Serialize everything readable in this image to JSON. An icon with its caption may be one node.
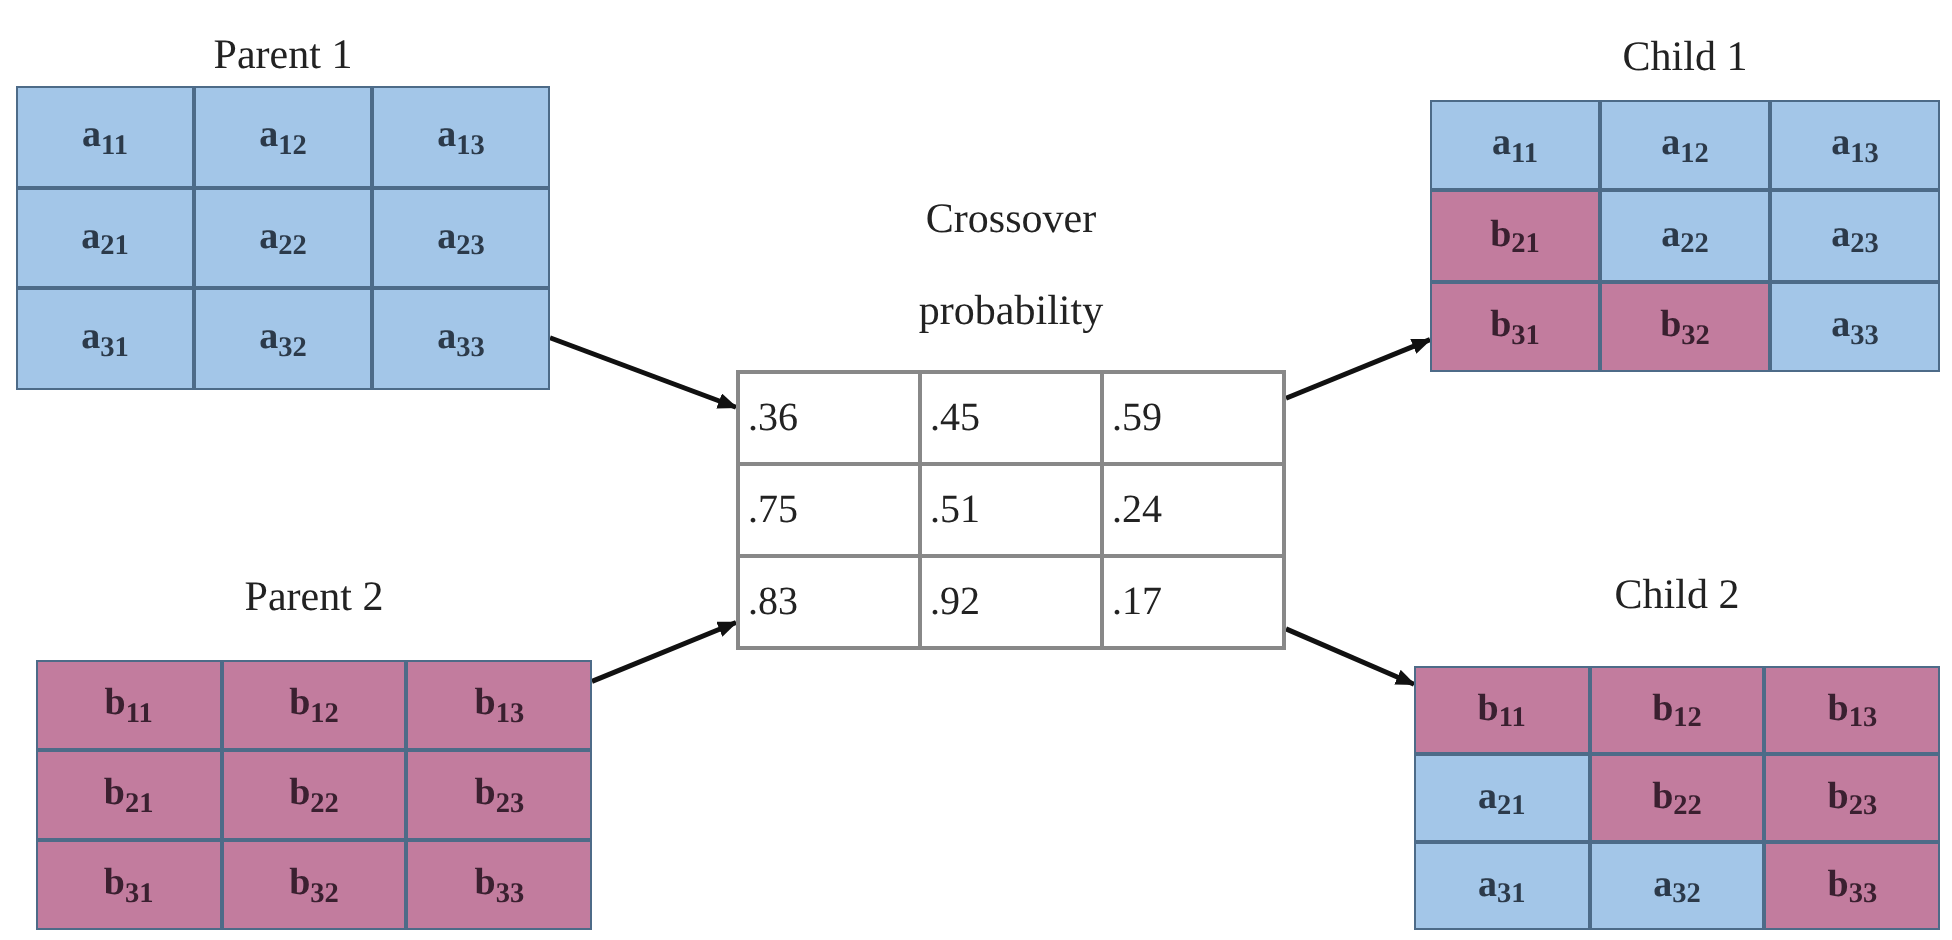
{
  "diagram": {
    "nodes": [
      {
        "text": [
          "Parent 1"
        ]
      },
      {
        "text": [
          "a$_{11}$"
        ],
        "in": 0
      },
      {
        "text": [
          "a$_{12}$"
        ],
        "in": 0
      },
      {
        "text": [
          "a$_{13}$"
        ],
        "in": 0
      },
      {
        "text": [
          "a$_{21}$"
        ],
        "in": 0
      },
      {
        "text": [
          "a$_{22}$"
        ],
        "in": 0
      },
      {
        "text": [
          "a$_{23}$"
        ],
        "in": 0
      },
      {
        "text": [
          "a$_{31}$"
        ],
        "in": 0
      },
      {
        "text": [
          "a$_{32}$"
        ],
        "in": 0
      },
      {
        "text": [
          "a$_{33}$"
        ],
        "in": 0
      },
      {
        "text": [
          "Child 1"
        ]
      },
      {
        "text": [
          "a$_{11}$"
        ],
        "in": 10
      },
      {
        "text": [
          "a$_{12}$"
        ],
        "in": 10
      },
      {
        "text": [
          "a$_{13}$"
        ],
        "in": 10
      },
      {
        "text": [
          "b$_{21}$"
        ],
        "in": 10
      },
      {
        "text": [
          "a$_{22}$"
        ],
        "in": 10
      },
      {
        "text": [
          "a$_{23}$"
        ],
        "in": 10
      },
      {
        "text": [
          "b$_{31}$"
        ],
        "in": 10
      },
      {
        "text": [
          "b$_{32}$"
        ],
        "in": 10
      },
      {
        "text": [
          "a$_{33}$"
        ],
        "in": 10
      },
      {
        "text": [
          "Crossover probability"
        ]
      },
      {
        "text": [
          ".36"
        ],
        "in": 20
      },
      {
        "text": [
          ".45"
        ],
        "in": 20
      },
      {
        "text": [
          ".59"
        ],
        "in": 20
      },
      {
        "text": [
          ".75"
        ],
        "in": 20
      },
      {
        "text": [
          ".51"
        ],
        "in": 20
      },
      {
        "text": [
          ".24"
        ],
        "in": 20
      },
      {
        "text": [
          ".83"
        ],
        "in": 20
      },
      {
        "text": [
          ".92"
        ],
        "in": 20
      },
      {
        "text": [
          ".17"
        ],
        "in": 20
      },
      {
        "text": [
          "Parent 2"
        ]
      },
      {
        "text": [
          "b$_{11}$"
        ],
        "in": 30
      },
      {
        "text": [
          "b$_{12}$"
        ],
        "in": 30
      },
      {
        "text": [
          "b$_{13}$"
        ],
        "in": 30
      },
      {
        "text": [
          "b$_{21}$"
        ],
        "in": 30
      },
      {
        "text": [
          "b$_{22}$"
        ],
        "in": 30
      },
      {
        "text": [
          "b$_{23}$"
        ],
        "in": 30
      },
      {
        "text": [
          "b$_{31}$"
        ],
        "in": 30
      },
      {
        "text": [
          "b$_{32}$"
        ],
        "in": 30
      },
      {
        "text": [
          "b$_{33}$"
        ],
        "in": 30
      },
      {
        "text": [
          "Child 2"
        ]
      },
      {
        "text": [
          "b$_{11}$"
        ],
        "in": 40
      },
      {
        "text": [
          "b$_{12}$"
        ],
        "in": 40
      },
      {
        "text": [
          "b$_{13}$"
        ],
        "in": 40
      },
      {
        "text": [
          "a$_{21}$"
        ],
        "in": 40
      },
      {
        "text": [
          "b$_{22}$"
        ],
        "in": 40
      },
      {
        "text": [
          "b$_{23}$"
        ],
        "in": 40
      },
      {
        "text": [
          "a$_{31}$"
        ],
        "in": 40
      },
      {
        "text": [
          "a$_{32}$"
        ],
        "in": 40
      },
      {
        "text": [
          "b$_{33}$"
        ],
        "in": 40
      }
    ],
    "edges": [
      {
        "from": 0,
        "to": 20,
        "arrow": "to"
      },
      {
        "from": 30,
        "to": 20,
        "arrow": "to"
      },
      {
        "from": 20,
        "to": 10,
        "arrow": "to"
      },
      {
        "from": 20,
        "to": 40,
        "arrow": "to"
      }
    ]
  }
}
